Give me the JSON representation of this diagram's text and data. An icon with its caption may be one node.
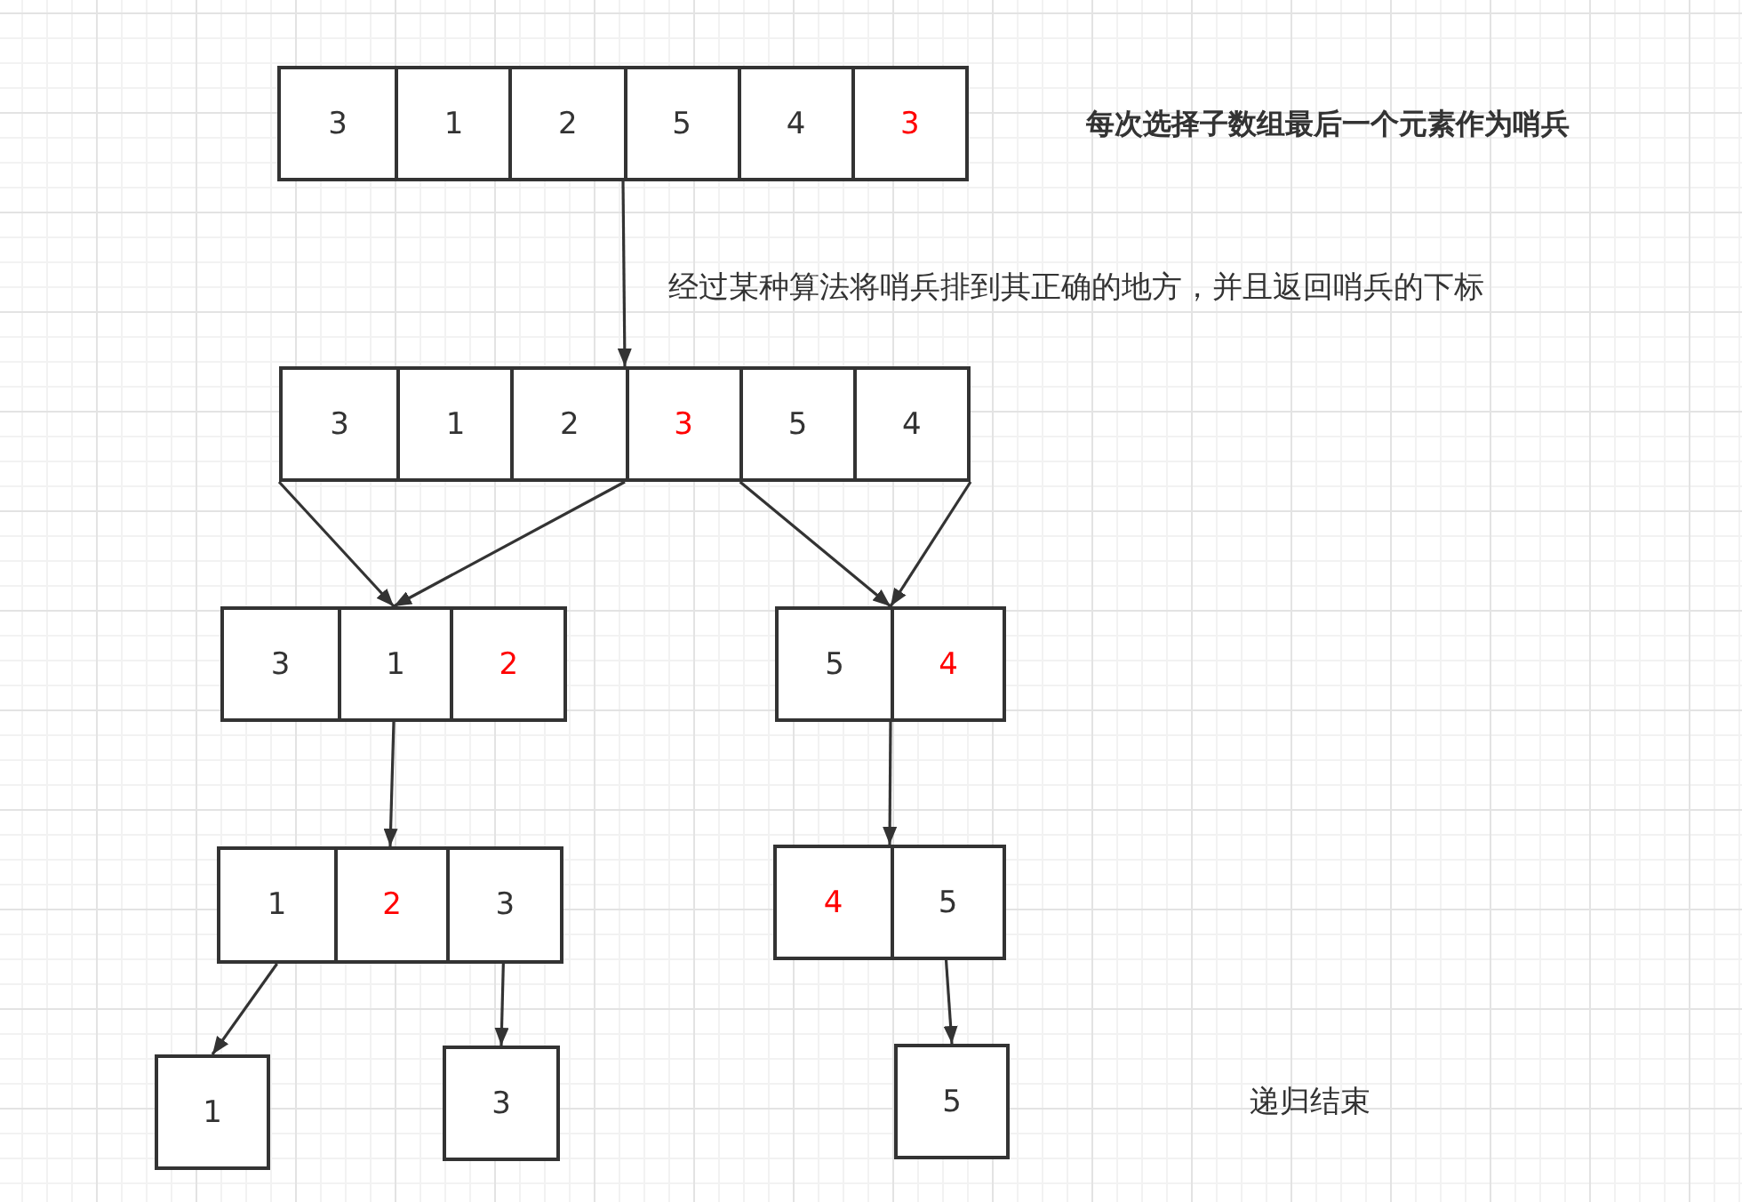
{
  "diagram": {
    "nodes": [
      {
        "text": [],
        "shape": "box"
      },
      {
        "text": [
          "3"
        ],
        "in": 0
      },
      {
        "text": [
          "1"
        ],
        "in": 0
      },
      {
        "text": [
          "2"
        ],
        "in": 0
      },
      {
        "text": [
          "5"
        ],
        "in": 0
      },
      {
        "text": [
          "4"
        ],
        "in": 0
      },
      {
        "text": [
          "3"
        ],
        "in": 0
      },
      {
        "text": [],
        "shape": "box"
      },
      {
        "text": [
          "3"
        ],
        "in": 7
      },
      {
        "text": [
          "1"
        ],
        "in": 7
      },
      {
        "text": [
          "2"
        ],
        "in": 7
      },
      {
        "text": [
          "3"
        ],
        "in": 7
      },
      {
        "text": [
          "5"
        ],
        "in": 7
      },
      {
        "text": [
          "4"
        ],
        "in": 7
      },
      {
        "text": [],
        "shape": "box"
      },
      {
        "text": [
          "3"
        ],
        "in": 14
      },
      {
        "text": [
          "1"
        ],
        "in": 14
      },
      {
        "text": [
          "2"
        ],
        "in": 14
      },
      {
        "text": [],
        "shape": "box"
      },
      {
        "text": [
          "5"
        ],
        "in": 18
      },
      {
        "text": [
          "4"
        ],
        "in": 18
      },
      {
        "text": [],
        "shape": "box"
      },
      {
        "text": [
          "1"
        ],
        "in": 21
      },
      {
        "text": [
          "2"
        ],
        "in": 21
      },
      {
        "text": [
          "3"
        ],
        "in": 21
      },
      {
        "text": [],
        "shape": "box"
      },
      {
        "text": [
          "4"
        ],
        "in": 25
      },
      {
        "text": [
          "5"
        ],
        "in": 25
      },
      {
        "text": [
          "1"
        ]
      },
      {
        "text": [
          "3"
        ]
      },
      {
        "text": [
          "5"
        ]
      }
    ],
    "edges": [
      {
        "from": 0,
        "to": 7,
        "arrow": "to",
        "label": "经过某种算法将哨兵排到其正确的地方，并且返回哨兵的下标"
      },
      {
        "from": 7,
        "to": 14,
        "arrow": "to"
      },
      {
        "from": 7,
        "to": 14,
        "arrow": "to"
      },
      {
        "from": 7,
        "to": 18,
        "arrow": "to"
      },
      {
        "from": 7,
        "to": 18,
        "arrow": "to"
      },
      {
        "from": 14,
        "to": 21,
        "arrow": "to"
      },
      {
        "from": 18,
        "to": 25,
        "arrow": "to"
      },
      {
        "from": 22,
        "to": 28,
        "arrow": "to"
      },
      {
        "from": 24,
        "to": 29,
        "arrow": "to"
      },
      {
        "from": 27,
        "to": 30,
        "arrow": "to"
      }
    ],
    "labels": [
      "每次选择子数组最后一个元素作为哨兵",
      "递归结束"
    ]
  }
}
